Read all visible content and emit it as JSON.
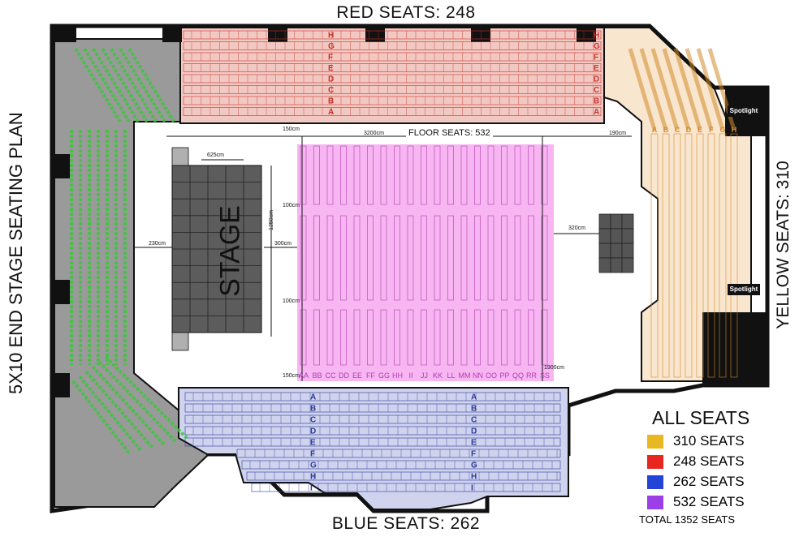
{
  "titles": {
    "top": "RED SEATS: 248",
    "bottom": "BLUE SEATS: 262",
    "left": "5X10 END STAGE SEATING PLAN",
    "right": "YELLOW SEATS: 310"
  },
  "floor": {
    "label": "FLOOR SEATS: 532",
    "columns": [
      "AA",
      "BB",
      "CC",
      "DD",
      "EE",
      "FF",
      "GG",
      "HH",
      "II",
      "JJ",
      "KK",
      "LL",
      "MM",
      "NN",
      "OO",
      "PP",
      "QQ",
      "RR",
      "SS"
    ]
  },
  "stage": {
    "label": "STAGE",
    "grid_cols": 5,
    "grid_rows": 10
  },
  "dimensions": {
    "d1": "625cm",
    "d2": "1250cm",
    "d3": "230cm",
    "d4": "300cm",
    "d5": "150cm",
    "d6": "3200cm",
    "d7": "190cm",
    "d8": "100cm",
    "d9": "100cm",
    "d10": "320cm",
    "d11": "150cm",
    "d12": "1900cm"
  },
  "red_rows": [
    "H",
    "G",
    "F",
    "E",
    "D",
    "C",
    "B",
    "A"
  ],
  "blue_rows": [
    "A",
    "B",
    "C",
    "D",
    "E",
    "F",
    "G",
    "H",
    "I"
  ],
  "yellow_rows": [
    "A",
    "B",
    "C",
    "D",
    "E",
    "F",
    "G",
    "H"
  ],
  "spotlight": {
    "label_top": "Spotlight",
    "label_bottom": "Spotlight"
  },
  "legend": {
    "title": "ALL SEATS",
    "items": [
      {
        "label": "310 SEATS",
        "color": "#e8b820"
      },
      {
        "label": "248 SEATS",
        "color": "#e8251e"
      },
      {
        "label": "262 SEATS",
        "color": "#2244d8"
      },
      {
        "label": "532 SEATS",
        "color": "#9b3fe8"
      }
    ],
    "total": "TOTAL 1352 SEATS"
  },
  "colors": {
    "red_zone": "#f2c9c2",
    "red_ink": "#c8312a",
    "blue_zone": "#cfd3ee",
    "blue_ink": "#2c3a96",
    "yellow_zone": "#f9e6cf",
    "yellow_ink": "#d28a2a",
    "pink_zone": "#f7b6f2",
    "pink_ink": "#b23cb0",
    "green_ink": "#3ec43e",
    "gray_zone": "#9a9a9a",
    "stage": "#5c5c5c"
  }
}
